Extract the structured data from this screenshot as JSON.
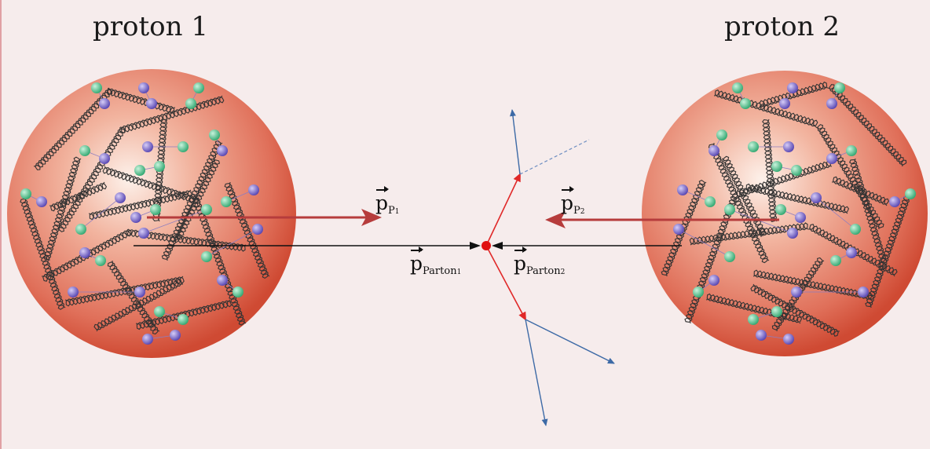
{
  "labels": {
    "proton_left": "proton 1",
    "proton_right": "proton 2"
  },
  "momenta": {
    "proton1": {
      "symbol": "p",
      "sub": "P",
      "subsub": "1"
    },
    "proton2": {
      "symbol": "p",
      "sub": "P",
      "subsub": "2"
    },
    "parton1": {
      "symbol": "p",
      "sub": "Parton",
      "subsub": "1"
    },
    "parton2": {
      "symbol": "p",
      "sub": "Parton",
      "subsub": "2"
    }
  },
  "colors": {
    "background": "#f6ecec",
    "proton_fill_center": "#fbe6dc",
    "proton_fill_edge": "#d4543a",
    "proton_momentum_arrow": "#b63c3c",
    "parton_arrow": "#111111",
    "vertex": "#e01010",
    "outgoing_red": "#e02828",
    "outgoing_blue": "#3d6aa6",
    "quark_green": "#3fbf86",
    "quark_purple": "#6e5cc8",
    "gluon": "#333333"
  }
}
